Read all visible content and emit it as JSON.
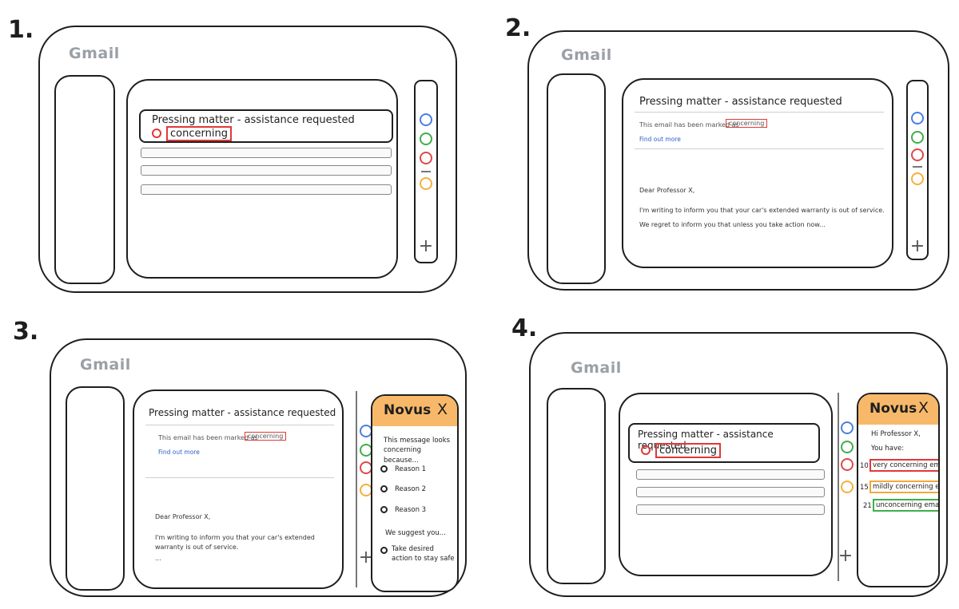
{
  "panels": [
    {
      "number": "1.",
      "brand": "Gmail",
      "subject": "Pressing matter - assistance requested",
      "tag": "concerning"
    },
    {
      "number": "2.",
      "brand": "Gmail",
      "subject": "Pressing matter - assistance requested",
      "marked_text": "This email has been marked as",
      "tag": "concerning",
      "find_out_more": "Find out more",
      "greeting": "Dear Professor X,",
      "line1": "I'm writing to inform you that your car's extended warranty is out of service.",
      "line2": "We regret to inform you that unless you take action now..."
    },
    {
      "number": "3.",
      "brand": "Gmail",
      "subject": "Pressing matter - assistance requested",
      "marked_text": "This email has been marked as",
      "tag": "concerning",
      "find_out_more": "Find out more",
      "greeting": "Dear Professor X,",
      "line1": "I'm writing to inform you that your car's extended warranty is out of service.",
      "ellipsis": "...",
      "novus": {
        "title": "Novus",
        "close": "X",
        "intro": "This message looks concerning because...",
        "reasons": [
          "Reason 1",
          "Reason 2",
          "Reason 3"
        ],
        "suggest": "We suggest you...",
        "action": "Take desired action to stay safe"
      }
    },
    {
      "number": "4.",
      "brand": "Gmail",
      "subject": "Pressing matter - assistance requested",
      "tag": "concerning",
      "novus": {
        "title": "Novus",
        "close": "X",
        "greeting": "Hi Professor X,",
        "you_have": "You have:",
        "counts": [
          {
            "num": "10",
            "label": "very concerning emails",
            "color": "#e03838"
          },
          {
            "num": "15",
            "label": "mildly concerning emails",
            "color": "#f4a93a"
          },
          {
            "num": "21",
            "label": "unconcerning emails",
            "color": "#3fae4a"
          }
        ]
      }
    }
  ]
}
